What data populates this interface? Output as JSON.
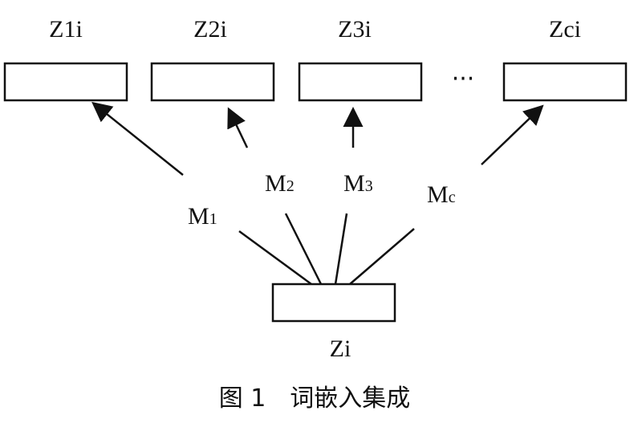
{
  "diagram": {
    "outputs": [
      {
        "label": "Z1i"
      },
      {
        "label": "Z2i"
      },
      {
        "label": "Z3i"
      },
      {
        "label": "Zci"
      }
    ],
    "ellipsis": "···",
    "edges": [
      {
        "base": "M",
        "sub": "1"
      },
      {
        "base": "M",
        "sub": "2"
      },
      {
        "base": "M",
        "sub": "3"
      },
      {
        "base": "M",
        "sub": "c"
      }
    ],
    "input": {
      "label": "Zi"
    },
    "caption": "图 1　词嵌入集成"
  }
}
